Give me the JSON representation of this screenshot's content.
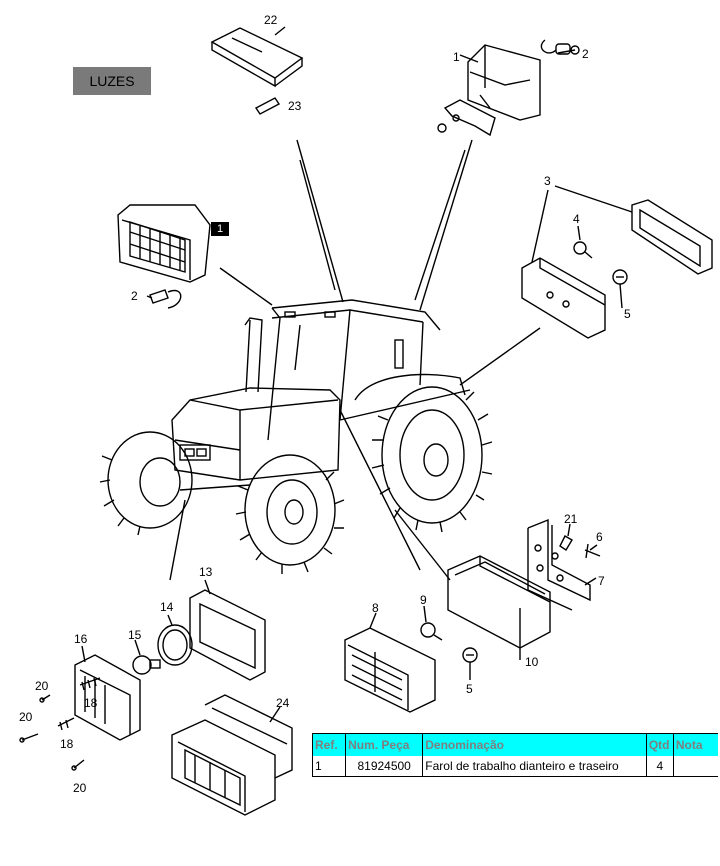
{
  "section_label": "LUZES",
  "selected_marker": "1",
  "callouts": [
    {
      "id": "c22a",
      "text": "22"
    },
    {
      "id": "c23",
      "text": "23"
    },
    {
      "id": "c1a",
      "text": "1"
    },
    {
      "id": "c2a",
      "text": "2"
    },
    {
      "id": "c2b",
      "text": "2"
    },
    {
      "id": "c3",
      "text": "3"
    },
    {
      "id": "c4",
      "text": "4"
    },
    {
      "id": "c5a",
      "text": "5"
    },
    {
      "id": "c21",
      "text": "21"
    },
    {
      "id": "c6",
      "text": "6"
    },
    {
      "id": "c7",
      "text": "7"
    },
    {
      "id": "c13",
      "text": "13"
    },
    {
      "id": "c14",
      "text": "14"
    },
    {
      "id": "c15",
      "text": "15"
    },
    {
      "id": "c16",
      "text": "16"
    },
    {
      "id": "c18a",
      "text": "18"
    },
    {
      "id": "c18b",
      "text": "18"
    },
    {
      "id": "c20a",
      "text": "20"
    },
    {
      "id": "c20b",
      "text": "20"
    },
    {
      "id": "c20c",
      "text": "20"
    },
    {
      "id": "c24",
      "text": "24"
    },
    {
      "id": "c8",
      "text": "8"
    },
    {
      "id": "c9",
      "text": "9"
    },
    {
      "id": "c10",
      "text": "10"
    },
    {
      "id": "c5b",
      "text": "5"
    }
  ],
  "parts_table": {
    "headers": {
      "ref": "Ref.",
      "part_number": "Num. Peça",
      "description": "Denominação",
      "qty": "Qtd",
      "note": "Nota"
    },
    "rows": [
      {
        "ref": "1",
        "part_number": "81924500",
        "description": "Farol de trabalho dianteiro e traseiro",
        "qty": "4",
        "note": ""
      }
    ]
  }
}
